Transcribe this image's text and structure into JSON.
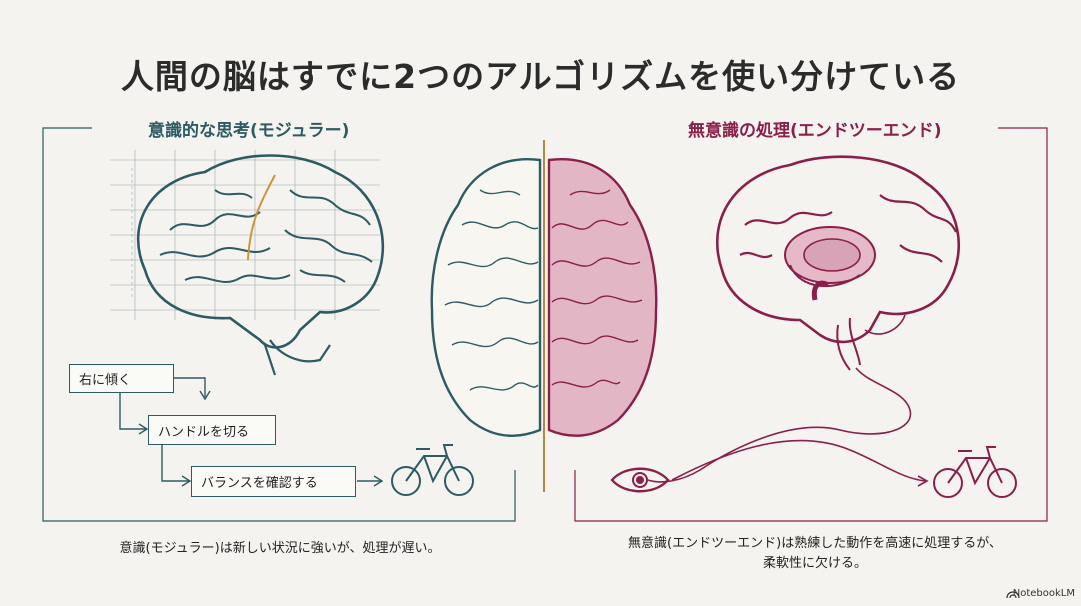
{
  "title": "人間の脳はすでに2つのアルゴリズムを使い分けている",
  "left": {
    "title": "意識的な思考(モジュラー)",
    "steps": [
      "右に傾く",
      "ハンドルを切る",
      "バランスを確認する"
    ],
    "caption": "意識(モジュラー)は新しい状況に強いが、処理が遅い。"
  },
  "right": {
    "title": "無意識の処理(エンドツーエンド)",
    "caption_line1": "無意識(エンドツーエンド)は熟練した動作を高速に処理するが、",
    "caption_line2": "柔軟性に欠ける。"
  },
  "watermark": "NotebookLM",
  "colors": {
    "teal": "#2d5a63",
    "magenta": "#8a1f4c",
    "pink": "#d9a3b7"
  }
}
